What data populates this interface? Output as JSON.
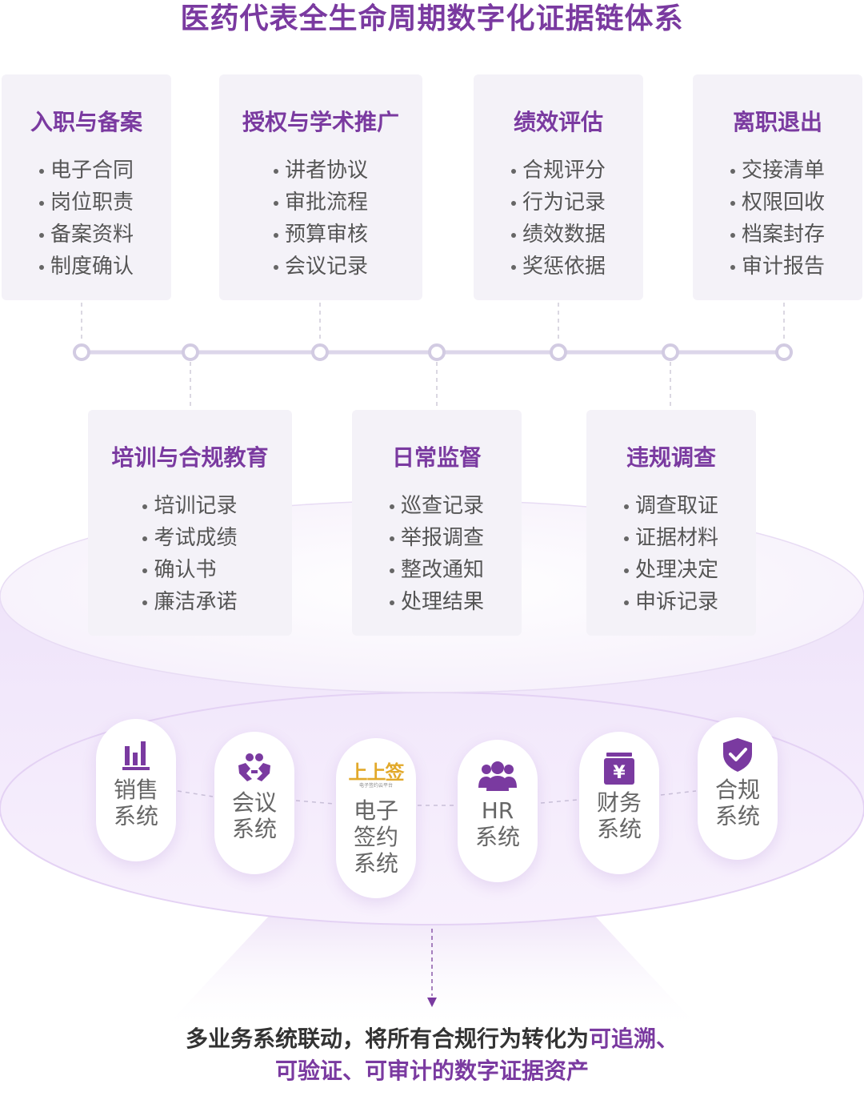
{
  "title": "医药代表全生命周期数字化证据链体系",
  "top_stages": [
    {
      "title": "入职与备案",
      "items": [
        "电子合同",
        "岗位职责",
        "备案资料",
        "制度确认"
      ]
    },
    {
      "title": "授权与学术推广",
      "items": [
        "讲者协议",
        "审批流程",
        "预算审核",
        "会议记录"
      ]
    },
    {
      "title": "绩效评估",
      "items": [
        "合规评分",
        "行为记录",
        "绩效数据",
        "奖惩依据"
      ]
    },
    {
      "title": "离职退出",
      "items": [
        "交接清单",
        "权限回收",
        "档案封存",
        "审计报告"
      ]
    }
  ],
  "bottom_stages": [
    {
      "title": "培训与合规教育",
      "items": [
        "培训记录",
        "考试成绩",
        "确认书",
        "廉洁承诺"
      ]
    },
    {
      "title": "日常监督",
      "items": [
        "巡查记录",
        "举报调查",
        "整改通知",
        "处理结果"
      ]
    },
    {
      "title": "违规调查",
      "items": [
        "调查取证",
        "证据材料",
        "处理决定",
        "申诉记录"
      ]
    }
  ],
  "systems": [
    {
      "label": "销售\n系统",
      "icon": "bar-chart-icon"
    },
    {
      "label": "会议\n系统",
      "icon": "meeting-handshake-icon"
    },
    {
      "label": "电子\n签约\n系统",
      "icon": "shangshangqian-logo",
      "logo_text": "上上签",
      "logo_sub": "电子签约云平台"
    },
    {
      "label": "HR\n系统",
      "icon": "users-icon"
    },
    {
      "label": "财务\n系统",
      "icon": "finance-yen-icon"
    },
    {
      "label": "合规\n系统",
      "icon": "shield-check-icon"
    }
  ],
  "conclusion": {
    "part1": "多业务系统联动，将所有合规行为转化为",
    "part2": "可追溯、",
    "part3": "可验证、可审计的数字证据资产"
  },
  "colors": {
    "accent": "#7a3aa0",
    "card_bg": "#f4f2f8",
    "timeline": "#dcd6ea"
  }
}
